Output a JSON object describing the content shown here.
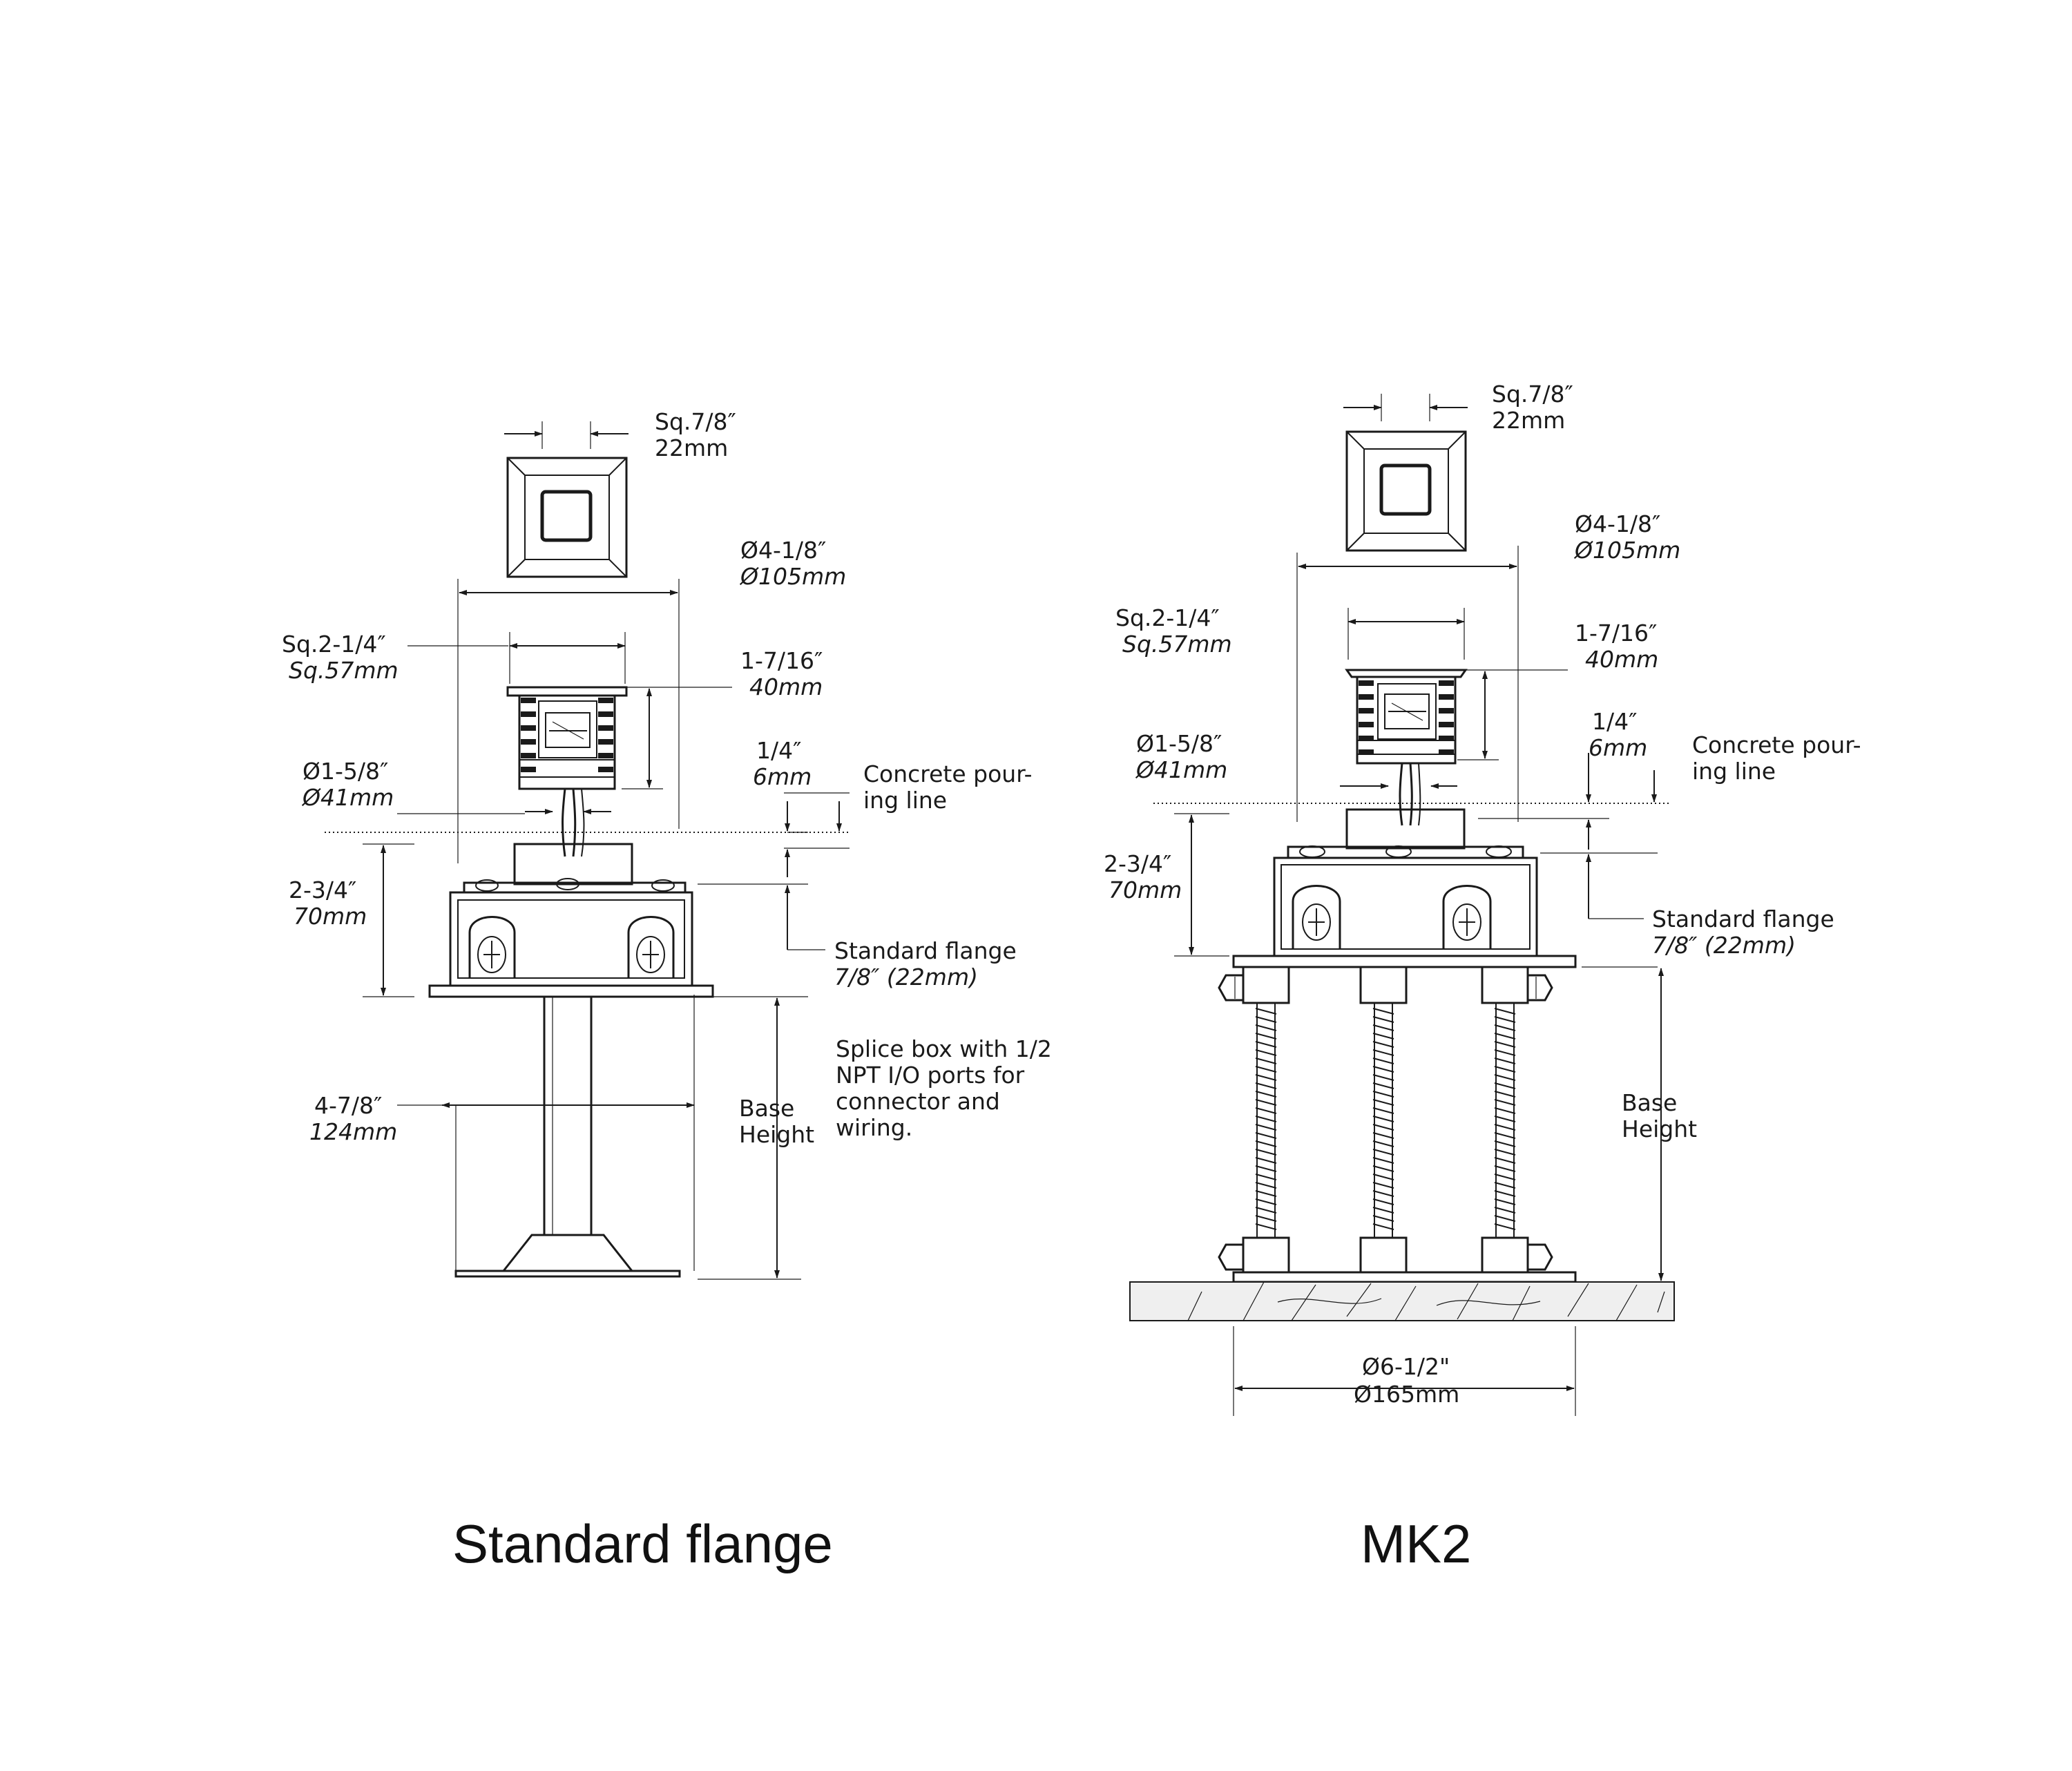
{
  "titles": {
    "left": "Standard flange",
    "right": "MK2"
  },
  "standard": {
    "sq_top_in": "Sq.7/8″",
    "sq_top_mm": "22mm",
    "dia_outer_in": "Ø4-1/8″",
    "dia_outer_mm": "Ø105mm",
    "sq_body_in": "Sq.2-1/4″",
    "sq_body_mm": "Sq.57mm",
    "depth_in": "1-7/16″",
    "depth_mm": "40mm",
    "quarter_in": "1/4″",
    "quarter_mm": "6mm",
    "pour_line_1": "Concrete pour-",
    "pour_line_2": "ing line",
    "dia_small_in": "Ø1-5/8″",
    "dia_small_mm": "Ø41mm",
    "box_h_in": "2-3/4″",
    "box_h_mm": "70mm",
    "flange_1": "Standard flange",
    "flange_2": "7/8″ (22mm)",
    "splice_1": "Splice box with 1/2",
    "splice_2": "NPT I/O ports for",
    "splice_3": "connector and",
    "splice_4": "wiring.",
    "base_w_in": "4-7/8″",
    "base_w_mm": "124mm",
    "base_h_1": "Base",
    "base_h_2": "Height"
  },
  "mk2": {
    "sq_top_in": "Sq.7/8″",
    "sq_top_mm": "22mm",
    "dia_outer_in": "Ø4-1/8″",
    "dia_outer_mm": "Ø105mm",
    "sq_body_in": "Sq.2-1/4″",
    "sq_body_mm": "Sq.57mm",
    "depth_in": "1-7/16″",
    "depth_mm": "40mm",
    "quarter_in": "1/4″",
    "quarter_mm": "6mm",
    "pour_line_1": "Concrete pour-",
    "pour_line_2": "ing line",
    "dia_small_in": "Ø1-5/8″",
    "dia_small_mm": "Ø41mm",
    "box_h_in": "2-3/4″",
    "box_h_mm": "70mm",
    "flange_1": "Standard flange",
    "flange_2": "7/8″ (22mm)",
    "base_h_1": "Base",
    "base_h_2": "Height",
    "foot_in": "Ø6-1/2\"",
    "foot_mm": "Ø165mm"
  }
}
